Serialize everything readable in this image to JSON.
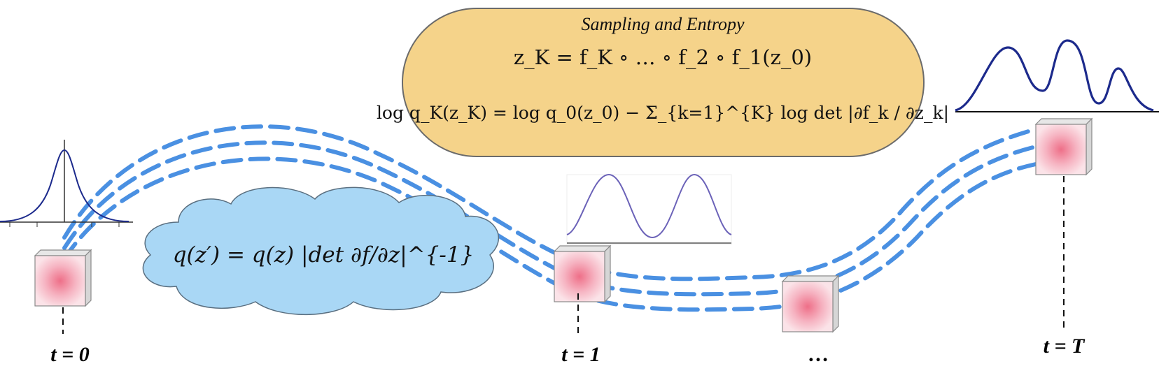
{
  "banner": {
    "title": "Sampling and Entropy",
    "equation1": "z_K = f_K ∘ … ∘ f_2 ∘ f_1(z_0)",
    "equation2": "log q_K(z_K) = log q_0(z_0) − Σ_{k=1}^{K} log det |∂f_k / ∂z_k|"
  },
  "cloud": {
    "equation": "q(z′) = q(z) |det ∂f/∂z|^{-1}"
  },
  "time_labels": {
    "t0": "t = 0",
    "t1": "t = 1",
    "ellipsis": "…",
    "tT": "t = T"
  },
  "colors": {
    "banner_fill": "#f5d38a",
    "cloud_fill": "#a9d7f5",
    "path_stroke": "#4a90e2",
    "density_dark": "#1c2a8c",
    "density_light": "#6b62b8",
    "block_center": "#ee6f88"
  }
}
